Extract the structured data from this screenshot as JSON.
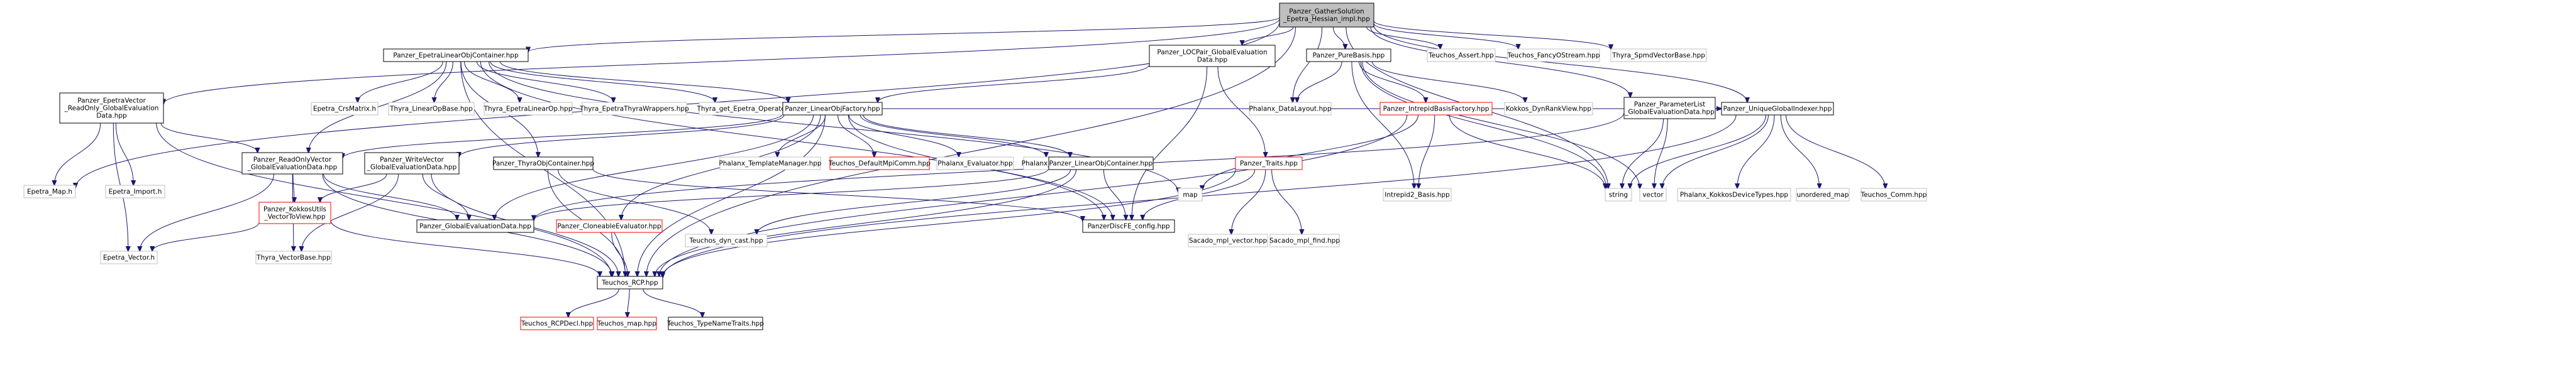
{
  "colors": {
    "edge": "#191970",
    "root_fill": "#bfbfbf",
    "normal_border": "#000000",
    "missing_border": "#bfbfbf",
    "red_border": "#ff0000"
  },
  "nodes": [
    {
      "id": "root",
      "lines": [
        "Panzer_GatherSolution",
        "_Epetra_Hessian_impl.hpp"
      ],
      "style": "root"
    },
    {
      "id": "elc",
      "lines": [
        "Panzer_EpetraLinearObjContainer.hpp"
      ],
      "style": "normal"
    },
    {
      "id": "locpair",
      "lines": [
        "Panzer_LOCPair_GlobalEvaluation",
        "Data.hpp"
      ],
      "style": "normal"
    },
    {
      "id": "purebasis",
      "lines": [
        "Panzer_PureBasis.hpp"
      ],
      "style": "normal"
    },
    {
      "id": "tassert",
      "lines": [
        "Teuchos_Assert.hpp"
      ],
      "style": "missing"
    },
    {
      "id": "fancy",
      "lines": [
        "Teuchos_FancyOStream.hpp"
      ],
      "style": "missing"
    },
    {
      "id": "spmd",
      "lines": [
        "Thyra_SpmdVectorBase.hpp"
      ],
      "style": "missing"
    },
    {
      "id": "epvec",
      "lines": [
        "Panzer_EpetraVector",
        "_ReadOnly_GlobalEvaluation",
        "Data.hpp"
      ],
      "style": "normal"
    },
    {
      "id": "crs",
      "lines": [
        "Epetra_CrsMatrix.h"
      ],
      "style": "missing"
    },
    {
      "id": "linopbase",
      "lines": [
        "Thyra_LinearOpBase.hpp"
      ],
      "style": "missing"
    },
    {
      "id": "eplinop",
      "lines": [
        "Thyra_EpetraLinearOp.hpp"
      ],
      "style": "missing"
    },
    {
      "id": "thyrawrap",
      "lines": [
        "Thyra_EpetraThyraWrappers.hpp"
      ],
      "style": "missing"
    },
    {
      "id": "getop",
      "lines": [
        "Thyra_get_Epetra_Operator.hpp"
      ],
      "style": "missing"
    },
    {
      "id": "lof",
      "lines": [
        "Panzer_LinearObjFactory.hpp"
      ],
      "style": "normal"
    },
    {
      "id": "phxlayout",
      "lines": [
        "Phalanx_DataLayout.hpp"
      ],
      "style": "missing"
    },
    {
      "id": "ibf",
      "lines": [
        "Panzer_IntrepidBasisFactory.hpp"
      ],
      "style": "red"
    },
    {
      "id": "dynrank",
      "lines": [
        "Kokkos_DynRankView.hpp"
      ],
      "style": "missing"
    },
    {
      "id": "paramlist",
      "lines": [
        "Panzer_ParameterList",
        "_GlobalEvaluationData.hpp"
      ],
      "style": "normal"
    },
    {
      "id": "ugi",
      "lines": [
        "Panzer_UniqueGlobalIndexer.hpp"
      ],
      "style": "normal"
    },
    {
      "id": "epmap",
      "lines": [
        "Epetra_Map.h"
      ],
      "style": "missing"
    },
    {
      "id": "epimport",
      "lines": [
        "Epetra_Import.h"
      ],
      "style": "missing"
    },
    {
      "id": "rovec",
      "lines": [
        "Panzer_ReadOnlyVector",
        "_GlobalEvaluationData.hpp"
      ],
      "style": "normal"
    },
    {
      "id": "wvec",
      "lines": [
        "Panzer_WriteVector",
        "_GlobalEvaluationData.hpp"
      ],
      "style": "normal"
    },
    {
      "id": "tloc",
      "lines": [
        "Panzer_ThyraObjContainer.hpp"
      ],
      "style": "normal"
    },
    {
      "id": "tmm",
      "lines": [
        "Phalanx_TemplateManager.hpp"
      ],
      "style": "missing"
    },
    {
      "id": "mpicomm",
      "lines": [
        "Teuchos_DefaultMpiComm.hpp"
      ],
      "style": "red"
    },
    {
      "id": "phxeval",
      "lines": [
        "Phalanx_Evaluator.hpp"
      ],
      "style": "missing"
    },
    {
      "id": "phxevald",
      "lines": [
        "Phalanx_Evaluator_Derived.hpp"
      ],
      "style": "missing"
    },
    {
      "id": "loc",
      "lines": [
        "Panzer_LinearObjContainer.hpp"
      ],
      "style": "normal"
    },
    {
      "id": "map",
      "lines": [
        "map"
      ],
      "style": "missing"
    },
    {
      "id": "traits",
      "lines": [
        "Panzer_Traits.hpp"
      ],
      "style": "red"
    },
    {
      "id": "ibasis",
      "lines": [
        "Intrepid2_Basis.hpp"
      ],
      "style": "missing"
    },
    {
      "id": "string",
      "lines": [
        "string"
      ],
      "style": "missing"
    },
    {
      "id": "vector",
      "lines": [
        "vector"
      ],
      "style": "missing"
    },
    {
      "id": "phxkdt",
      "lines": [
        "Phalanx_KokkosDeviceTypes.hpp"
      ],
      "style": "missing"
    },
    {
      "id": "umap",
      "lines": [
        "unordered_map"
      ],
      "style": "missing"
    },
    {
      "id": "tcomm",
      "lines": [
        "Teuchos_Comm.hpp"
      ],
      "style": "missing"
    },
    {
      "id": "kutils",
      "lines": [
        "Panzer_KokkosUtils",
        "_VectorToView.hpp"
      ],
      "style": "red"
    },
    {
      "id": "ged",
      "lines": [
        "Panzer_GlobalEvaluationData.hpp"
      ],
      "style": "normal"
    },
    {
      "id": "clone",
      "lines": [
        "Panzer_CloneableEvaluator.hpp"
      ],
      "style": "red"
    },
    {
      "id": "dyncast",
      "lines": [
        "Teuchos_dyn_cast.hpp"
      ],
      "style": "missing"
    },
    {
      "id": "discfe",
      "lines": [
        "PanzerDiscFE_config.hpp"
      ],
      "style": "normal"
    },
    {
      "id": "mplvec",
      "lines": [
        "Sacado_mpl_vector.hpp"
      ],
      "style": "missing"
    },
    {
      "id": "mplfind",
      "lines": [
        "Sacado_mpl_find.hpp"
      ],
      "style": "missing"
    },
    {
      "id": "epvector",
      "lines": [
        "Epetra_Vector.h"
      ],
      "style": "missing"
    },
    {
      "id": "vecbase",
      "lines": [
        "Thyra_VectorBase.hpp"
      ],
      "style": "missing"
    },
    {
      "id": "rcp",
      "lines": [
        "Teuchos_RCP.hpp"
      ],
      "style": "normal"
    },
    {
      "id": "rcpdecl",
      "lines": [
        "Teuchos_RCPDecl.hpp"
      ],
      "style": "red"
    },
    {
      "id": "tmap",
      "lines": [
        "Teuchos_map.hpp"
      ],
      "style": "red"
    },
    {
      "id": "tnt",
      "lines": [
        "Teuchos_TypeNameTraits.hpp"
      ],
      "style": "normal"
    }
  ],
  "edges": [
    [
      "root",
      "elc"
    ],
    [
      "root",
      "locpair"
    ],
    [
      "root",
      "purebasis"
    ],
    [
      "root",
      "tassert"
    ],
    [
      "root",
      "fancy"
    ],
    [
      "root",
      "spmd"
    ],
    [
      "root",
      "epvec"
    ],
    [
      "root",
      "epmap"
    ],
    [
      "root",
      "phxlayout"
    ],
    [
      "root",
      "ugi"
    ],
    [
      "root",
      "string"
    ],
    [
      "root",
      "rcp"
    ],
    [
      "root",
      "paramlist"
    ],
    [
      "elc",
      "crs"
    ],
    [
      "elc",
      "linopbase"
    ],
    [
      "elc",
      "eplinop"
    ],
    [
      "elc",
      "thyrawrap"
    ],
    [
      "elc",
      "getop"
    ],
    [
      "elc",
      "lof"
    ],
    [
      "elc",
      "tloc"
    ],
    [
      "elc",
      "rovec"
    ],
    [
      "elc",
      "map"
    ],
    [
      "elc",
      "discfe"
    ],
    [
      "elc",
      "rcp"
    ],
    [
      "locpair",
      "lof"
    ],
    [
      "locpair",
      "traits"
    ],
    [
      "locpair",
      "discfe"
    ],
    [
      "purebasis",
      "phxlayout"
    ],
    [
      "purebasis",
      "ibf"
    ],
    [
      "purebasis",
      "dynrank"
    ],
    [
      "purebasis",
      "ibasis"
    ],
    [
      "purebasis",
      "string"
    ],
    [
      "purebasis",
      "vector"
    ],
    [
      "epvec",
      "epmap"
    ],
    [
      "epvec",
      "epimport"
    ],
    [
      "epvec",
      "epvector"
    ],
    [
      "epvec",
      "rovec"
    ],
    [
      "epvec",
      "rcp"
    ],
    [
      "lof",
      "rovec"
    ],
    [
      "lof",
      "wvec"
    ],
    [
      "lof",
      "tmm"
    ],
    [
      "lof",
      "mpicomm"
    ],
    [
      "lof",
      "phxeval"
    ],
    [
      "lof",
      "phxevald"
    ],
    [
      "lof",
      "loc"
    ],
    [
      "lof",
      "clone"
    ],
    [
      "lof",
      "ged"
    ],
    [
      "lof",
      "discfe"
    ],
    [
      "lof",
      "rcp"
    ],
    [
      "lof",
      "ugi"
    ],
    [
      "ibf",
      "map"
    ],
    [
      "ibf",
      "ibasis"
    ],
    [
      "ibf",
      "string"
    ],
    [
      "ibf",
      "rcp"
    ],
    [
      "paramlist",
      "string"
    ],
    [
      "paramlist",
      "vector"
    ],
    [
      "paramlist",
      "ged"
    ],
    [
      "ugi",
      "vector"
    ],
    [
      "ugi",
      "string"
    ],
    [
      "ugi",
      "phxkdt"
    ],
    [
      "ugi",
      "umap"
    ],
    [
      "ugi",
      "tcomm"
    ],
    [
      "ugi",
      "rcp"
    ],
    [
      "rovec",
      "kutils"
    ],
    [
      "rovec",
      "ged"
    ],
    [
      "rovec",
      "epvector"
    ],
    [
      "rovec",
      "vecbase"
    ],
    [
      "rovec",
      "rcp"
    ],
    [
      "wvec",
      "kutils"
    ],
    [
      "wvec",
      "ged"
    ],
    [
      "wvec",
      "vecbase"
    ],
    [
      "wvec",
      "rcp"
    ],
    [
      "tloc",
      "dyncast"
    ],
    [
      "tloc",
      "discfe"
    ],
    [
      "tloc",
      "rcp"
    ],
    [
      "loc",
      "ged"
    ],
    [
      "loc",
      "dyncast"
    ],
    [
      "loc",
      "discfe"
    ],
    [
      "loc",
      "rcp"
    ],
    [
      "traits",
      "mplvec"
    ],
    [
      "traits",
      "mplfind"
    ],
    [
      "traits",
      "discfe"
    ],
    [
      "traits",
      "rcp"
    ],
    [
      "kutils",
      "epvector"
    ],
    [
      "kutils",
      "rcp"
    ],
    [
      "clone",
      "rcp"
    ],
    [
      "rcp",
      "rcpdecl"
    ],
    [
      "rcp",
      "tmap"
    ],
    [
      "rcp",
      "tnt"
    ]
  ]
}
